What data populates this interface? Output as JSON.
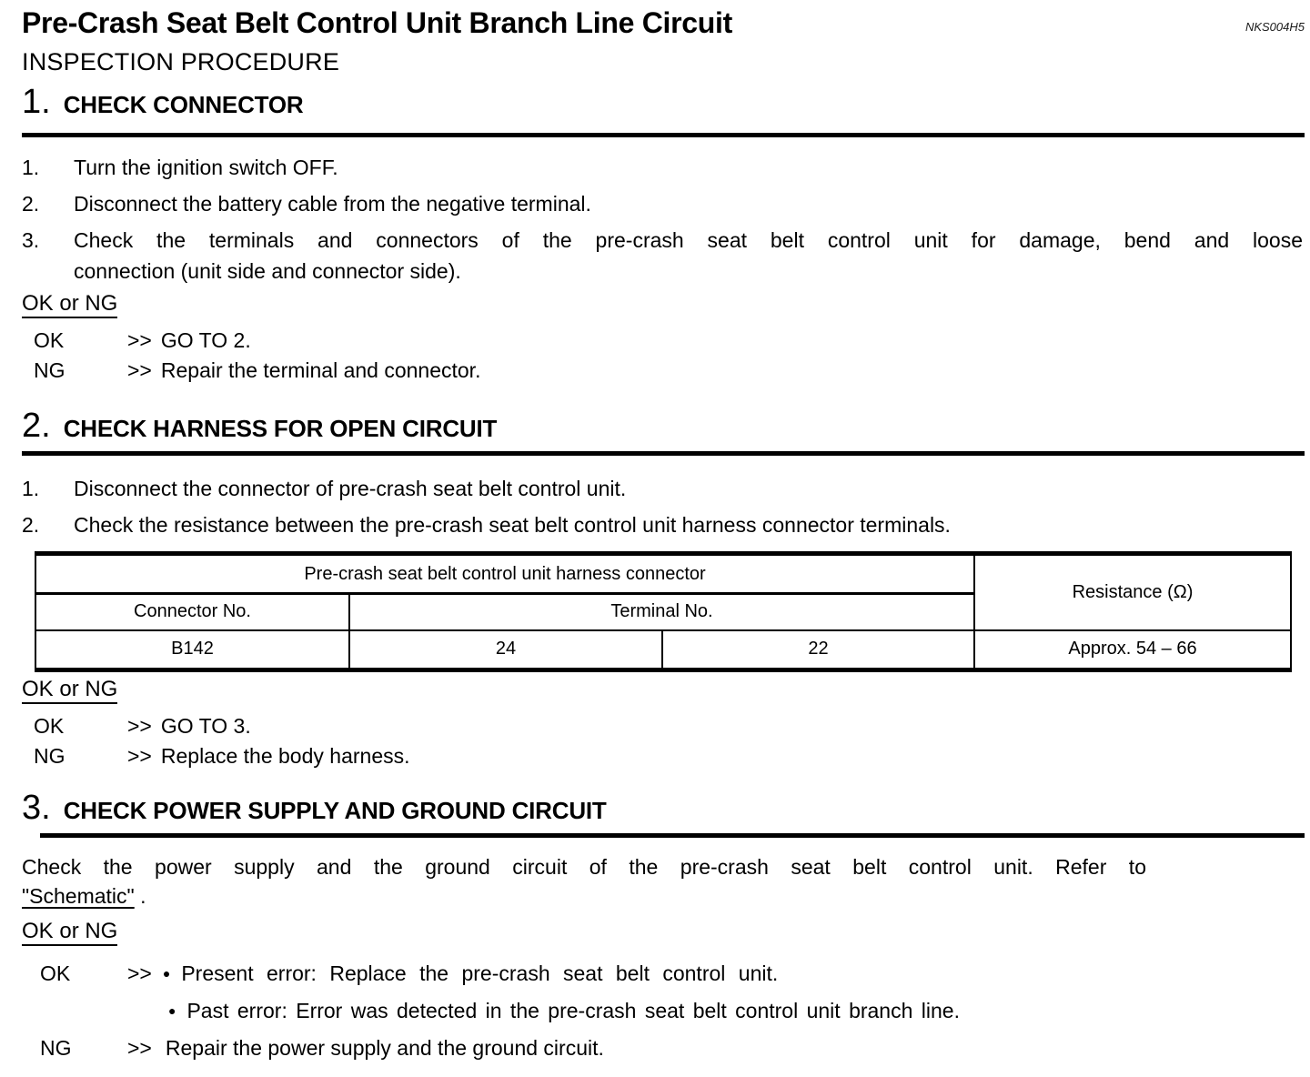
{
  "header": {
    "title": "Pre-Crash Seat Belt Control Unit Branch Line Circuit",
    "code": "NKS004H5",
    "subtitle": "INSPECTION PROCEDURE"
  },
  "section1": {
    "number": "1.",
    "title": "CHECK CONNECTOR",
    "steps": [
      {
        "num": "1.",
        "text": "Turn the ignition switch OFF."
      },
      {
        "num": "2.",
        "text": "Disconnect the battery cable from the negative terminal."
      },
      {
        "num": "3.",
        "line1": "Check the terminals and connectors of the pre-crash seat belt control unit for damage, bend and loose",
        "line2": "connection (unit side and connector side)."
      }
    ],
    "okng": "OK or NG",
    "results": [
      {
        "label": "OK",
        "arrow": ">>",
        "text": "GO TO 2."
      },
      {
        "label": "NG",
        "arrow": ">>",
        "text": "Repair the terminal and connector."
      }
    ]
  },
  "section2": {
    "number": "2.",
    "title": "CHECK HARNESS FOR OPEN CIRCUIT",
    "steps": [
      {
        "num": "1.",
        "text": "Disconnect the connector of pre-crash seat belt control unit."
      },
      {
        "num": "2.",
        "text": "Check the resistance between the pre-crash seat belt control unit harness connector terminals."
      }
    ],
    "table": {
      "group_header": "Pre-crash seat belt control unit harness connector",
      "resistance_header": "Resistance (Ω)",
      "connector_header": "Connector No.",
      "terminal_header": "Terminal No.",
      "row": {
        "connector": "B142",
        "terminal_a": "24",
        "terminal_b": "22",
        "resistance": "Approx. 54 – 66"
      }
    },
    "okng": "OK or NG",
    "results": [
      {
        "label": "OK",
        "arrow": ">>",
        "text": "GO TO 3."
      },
      {
        "label": "NG",
        "arrow": ">>",
        "text": "Replace the body harness."
      }
    ]
  },
  "section3": {
    "number": "3.",
    "title": "CHECK POWER SUPPLY AND GROUND CIRCUIT",
    "body_line1": "Check the power supply and the ground circuit of the pre-crash seat belt control unit. Refer to",
    "link_text": "\"Schematic\"",
    "link_suffix": " .",
    "okng": "OK or NG",
    "ok": {
      "label": "OK",
      "arrow": ">>",
      "bullet": "●",
      "bullet1": "Present error: Replace the pre-crash seat belt control unit.",
      "bullet2": "Past error: Error was detected in the pre-crash seat belt control unit branch line."
    },
    "ng": {
      "label": "NG",
      "arrow": ">>",
      "text": "Repair the power supply and the ground circuit."
    }
  }
}
